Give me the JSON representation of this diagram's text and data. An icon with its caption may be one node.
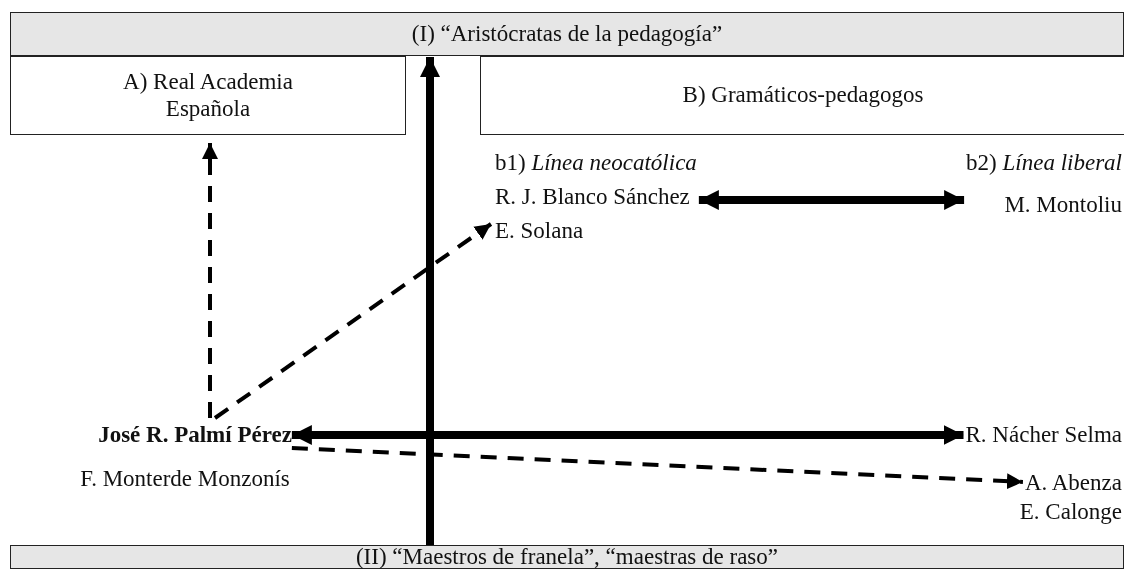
{
  "diagram": {
    "nodes": [
      {
        "text": [
          "(I) “Aristócratas de la pedagogía”"
        ]
      },
      {
        "text": [
          "A) Real Academia Española"
        ]
      },
      {
        "text": [
          "B) Gramáticos-pedagogos"
        ]
      },
      {
        "text": [
          "b1) *Línea neocatólica*",
          "R. J. Blanco Sánchez",
          "E. Solana"
        ]
      },
      {
        "text": [
          "b2) *Línea liberal*",
          "M. Montoliu"
        ]
      },
      {
        "text": [
          "José R. Palmí Pérez"
        ]
      },
      {
        "text": [
          "R. Nácher Selma"
        ]
      },
      {
        "text": [
          "A. Abenza"
        ]
      },
      {
        "text": [
          "(II) “Maestros de franela”, “maestras de raso”"
        ]
      }
    ],
    "edges": [
      {
        "from": 8,
        "to": 0,
        "arrow": "to",
        "style": "thick"
      },
      {
        "from": 3,
        "to": 4,
        "arrow": "both",
        "style": "thick"
      },
      {
        "from": 5,
        "to": 6,
        "arrow": "both",
        "style": "thick"
      },
      {
        "from": 5,
        "to": 1,
        "arrow": "to",
        "style": "dashed"
      },
      {
        "from": 5,
        "to": 3,
        "arrow": "to",
        "style": "dashed"
      },
      {
        "from": 5,
        "to": 7,
        "arrow": "to",
        "style": "dashed"
      }
    ],
    "labels": [
      "F. Monterde Monzonís",
      "E. Calonge"
    ]
  }
}
